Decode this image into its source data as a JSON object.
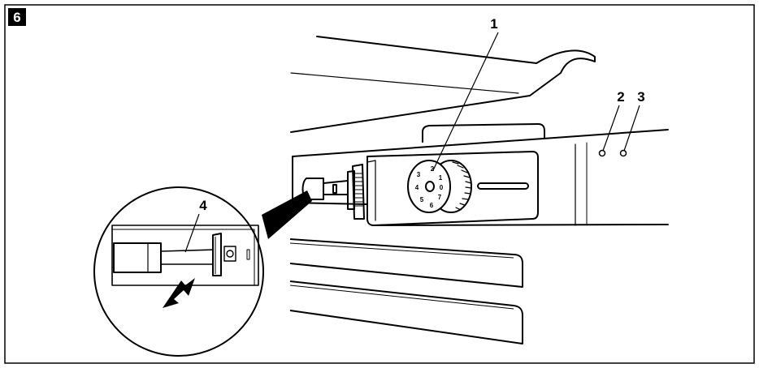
{
  "figure": {
    "number": "6"
  },
  "callouts": [
    {
      "id": "1",
      "label": "1"
    },
    {
      "id": "2",
      "label": "2"
    },
    {
      "id": "3",
      "label": "3"
    },
    {
      "id": "4",
      "label": "4"
    }
  ],
  "dial": {
    "numbers": [
      "0",
      "1",
      "2",
      "3",
      "4",
      "5",
      "6",
      "7"
    ]
  },
  "colors": {
    "line": "#000000",
    "background": "#ffffff",
    "badge": "#000000"
  }
}
